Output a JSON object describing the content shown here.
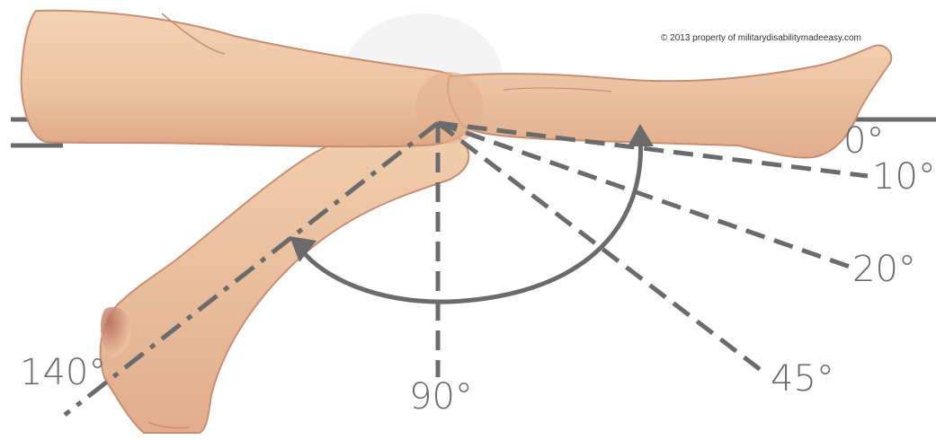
{
  "copyright": "© 2013 property of militarydisabilitymadeeasy.com",
  "angles": {
    "a0": "0°",
    "a10": "10°",
    "a20": "20°",
    "a45": "45°",
    "a90": "90°",
    "a140": "140°"
  },
  "colors": {
    "skin": "#eec6a2",
    "skin_shadow": "#d99f86",
    "skin_outline": "#c98d74",
    "line": "#6b6b6b"
  }
}
